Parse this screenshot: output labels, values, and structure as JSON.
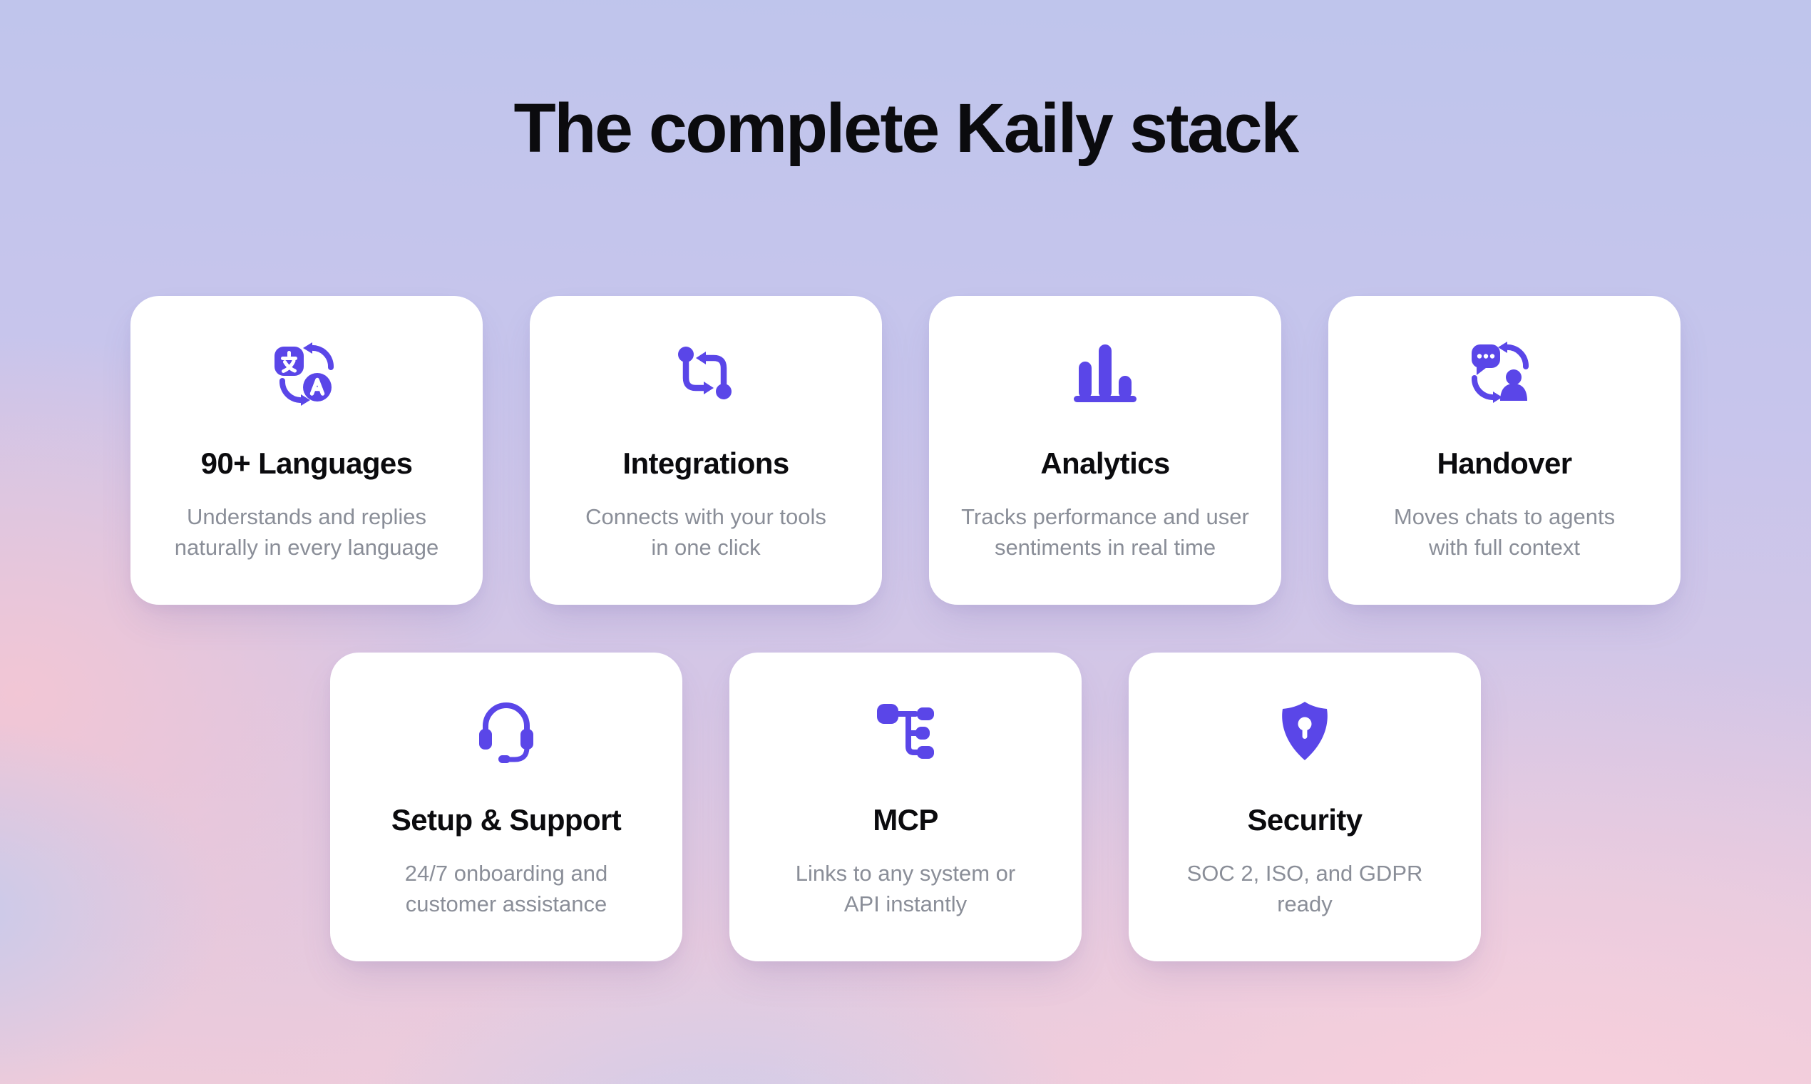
{
  "header": {
    "title": "The complete Kaily stack"
  },
  "colors": {
    "accent": "#5A46E8",
    "heading": "#0B0B0E",
    "body_text": "#8A8E98",
    "card_background": "#FFFFFF"
  },
  "cards": [
    {
      "title": "90+ Languages",
      "icon": "translate-icon",
      "line1": "Understands and replies",
      "line2": "naturally in every language"
    },
    {
      "title": "Integrations",
      "icon": "sync-arrows-icon",
      "line1": "Connects with your tools",
      "line2": "in one click"
    },
    {
      "title": "Analytics",
      "icon": "bar-chart-icon",
      "line1": "Tracks performance and user",
      "line2": "sentiments in real time"
    },
    {
      "title": "Handover",
      "icon": "chat-to-agent-icon",
      "line1": "Moves chats to agents",
      "line2": "with full context"
    },
    {
      "title": "Setup & Support",
      "icon": "headset-icon",
      "line1": "24/7 onboarding and",
      "line2": "customer assistance"
    },
    {
      "title": "MCP",
      "icon": "tree-connections-icon",
      "line1": "Links to any system or",
      "line2": "API instantly"
    },
    {
      "title": "Security",
      "icon": "shield-keyhole-icon",
      "line1": "SOC 2, ISO, and GDPR",
      "line2": "ready"
    }
  ]
}
